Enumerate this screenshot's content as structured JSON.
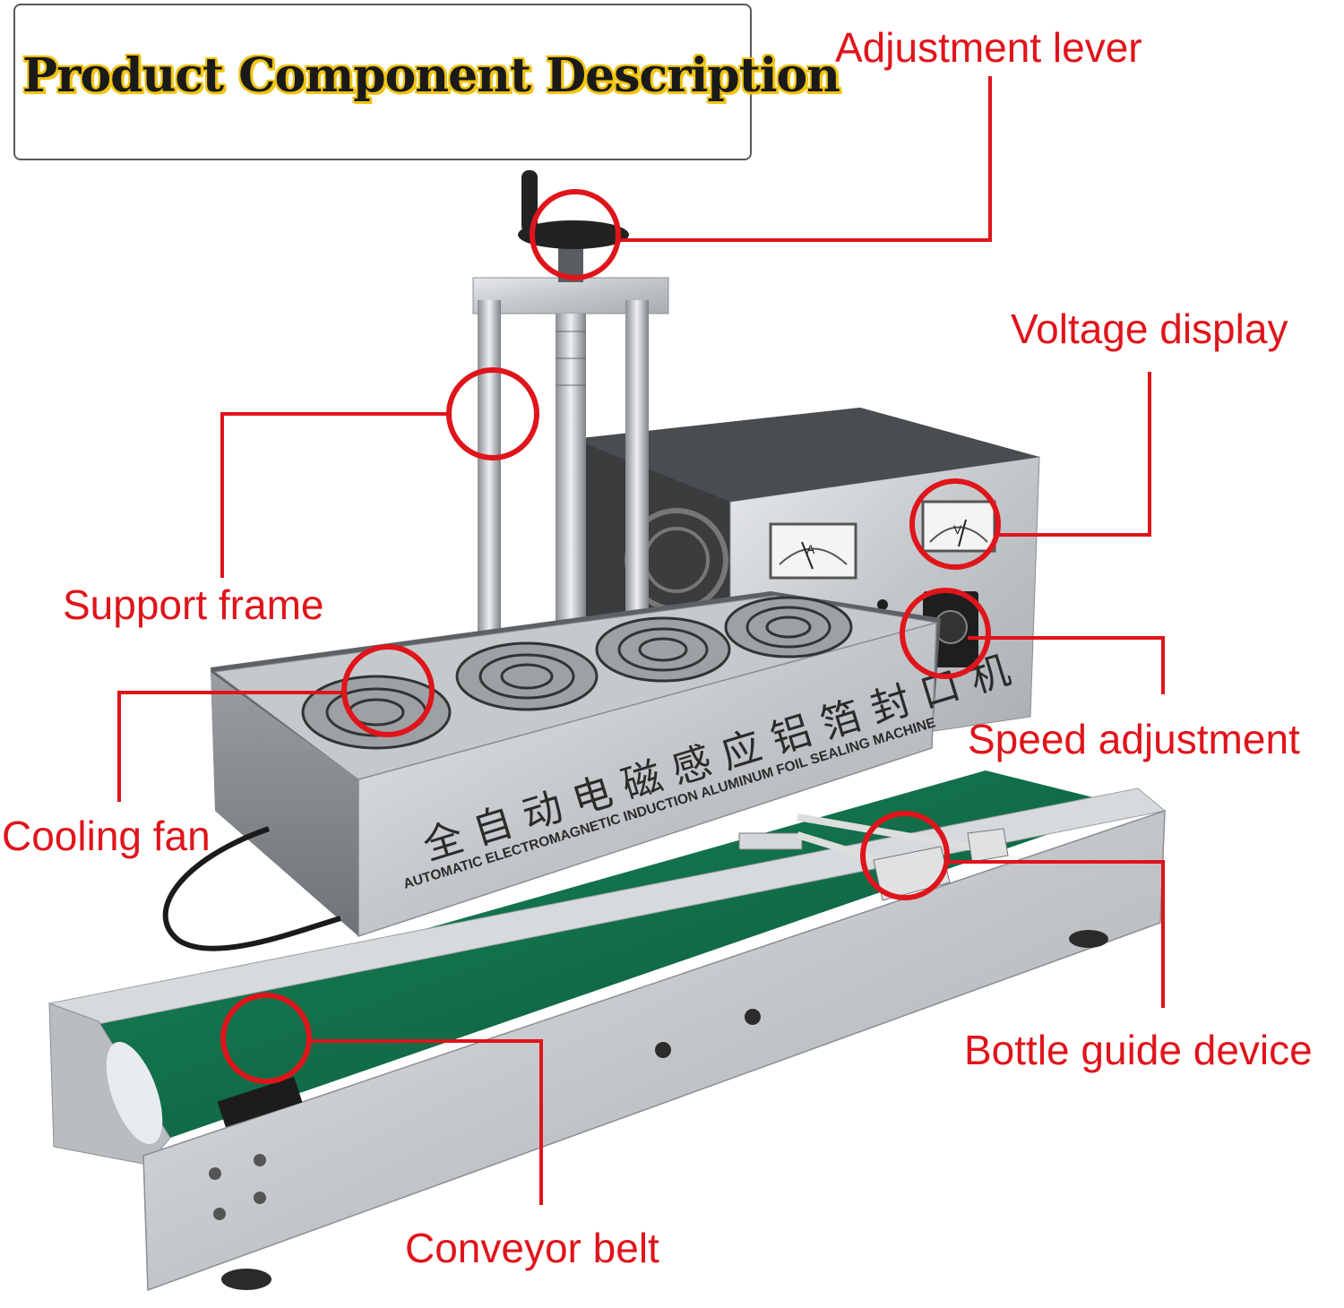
{
  "title": "Product Component Description",
  "labels": {
    "adjustment_lever": "Adjustment lever",
    "voltage_display": "Voltage display",
    "support_frame": "Support frame",
    "speed_adjustment": "Speed adjustment",
    "cooling_fan": "Cooling fan",
    "bottle_guide_device": "Bottle guide device",
    "conveyor_belt": "Conveyor belt"
  },
  "machine": {
    "chinese_name": "全自动电磁感应铝箔封口机",
    "english_name": "AUTOMATIC ELECTROMAGNETIC INDUCTION ALUMINUM FOIL SEALING MACHINE",
    "meter_left_symbol": "A",
    "meter_right_symbol": "V"
  },
  "colors": {
    "callout_red": "#e0141b",
    "title_highlight": "#f1c40f",
    "belt_green": "#0f6b45",
    "steel": "#c9ccce"
  },
  "icons": [
    "fan-icon",
    "meter-icon",
    "knob-icon",
    "handwheel-icon"
  ]
}
